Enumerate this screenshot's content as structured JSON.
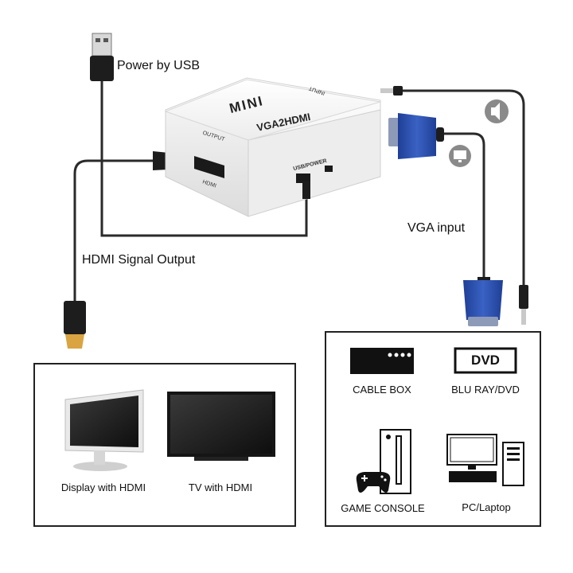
{
  "device": {
    "brand_text": "MINI",
    "model_text": "VGA2HDMI",
    "output_port_label": "OUTPUT",
    "hdmi_port_label": "HDMI",
    "usb_port_label": "USB/POWER",
    "input_port_label": "INPUT"
  },
  "labels": {
    "power": "Power by USB",
    "hdmi_output": "HDMI Signal Output",
    "vga_input": "VGA input"
  },
  "outputs": [
    {
      "label": "Display with HDMI"
    },
    {
      "label": "TV with HDMI"
    }
  ],
  "sources": [
    {
      "label": "CABLE BOX"
    },
    {
      "label": "BLU RAY/DVD",
      "badge": "DVD"
    },
    {
      "label": "GAME CONSOLE"
    },
    {
      "label": "PC/Laptop"
    }
  ],
  "colors": {
    "cable": "#2a2a2a",
    "vga_blue": "#2d4fa8",
    "device_white": "#f4f4f4",
    "gold": "#d9a441"
  }
}
